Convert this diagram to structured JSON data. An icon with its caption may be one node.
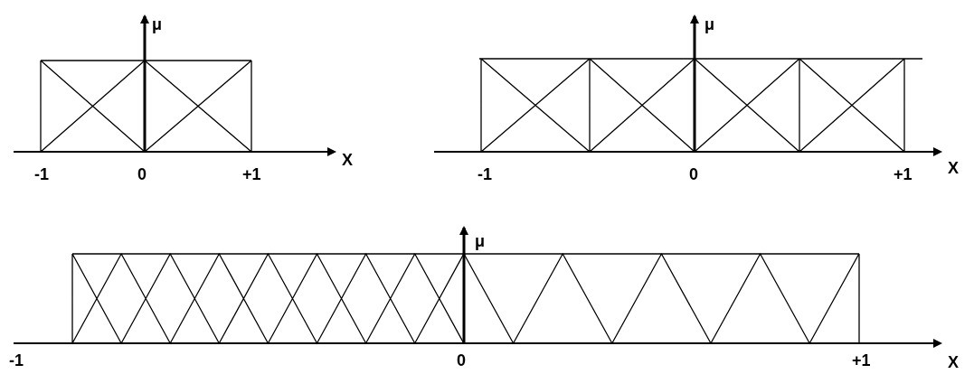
{
  "diagram": {
    "labels": [
      "μ",
      "μ",
      "-1",
      "0",
      "+1",
      "X",
      "-1",
      "0",
      "+1",
      "X",
      "μ",
      "-1",
      "0",
      "+1",
      "X"
    ]
  }
}
